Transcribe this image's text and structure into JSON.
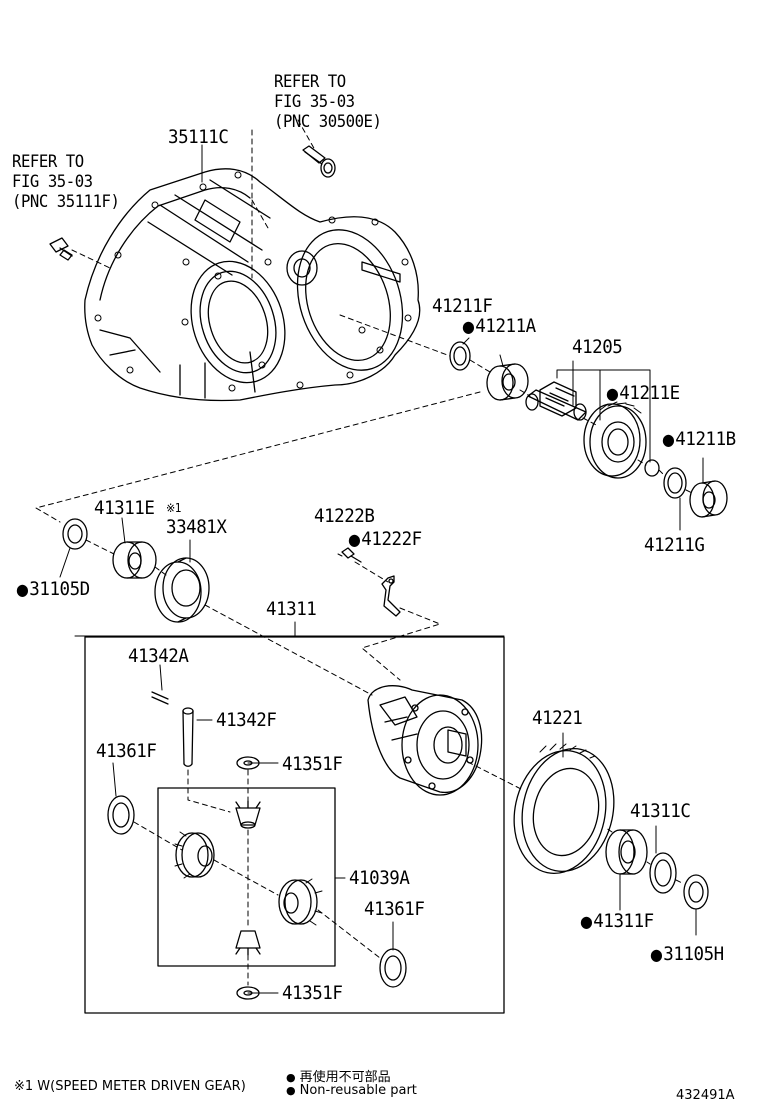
{
  "refs": {
    "ref_top": "REFER TO\nFIG 35-03\n(PNC 30500E)",
    "ref_left": "REFER TO\nFIG 35-03\n(PNC 35111F)"
  },
  "parts": {
    "p35111C": "35111C",
    "p41211F": "41211F",
    "p41211A": "41211A",
    "p41205": "41205",
    "p41211E": "41211E",
    "p41211B": "41211B",
    "p41211G": "41211G",
    "p41311E": "41311E",
    "p33481X": "33481X",
    "p31105D": "31105D",
    "p41222B": "41222B",
    "p41222F": "41222F",
    "p41311": "41311",
    "p41342A": "41342A",
    "p41342F": "41342F",
    "p41361F_a": "41361F",
    "p41351F_a": "41351F",
    "p41221": "41221",
    "p41311C": "41311C",
    "p41039A": "41039A",
    "p41361F_b": "41361F",
    "p41311F": "41311F",
    "p31105H": "31105H",
    "p41351F_b": "41351F"
  },
  "footnote": {
    "mark": "※1",
    "note": "※1 W(SPEED METER DRIVEN GEAR)",
    "legend_jp": "再使用不可部品",
    "legend_en": "Non-reusable part",
    "diagram_id": "432491A"
  }
}
